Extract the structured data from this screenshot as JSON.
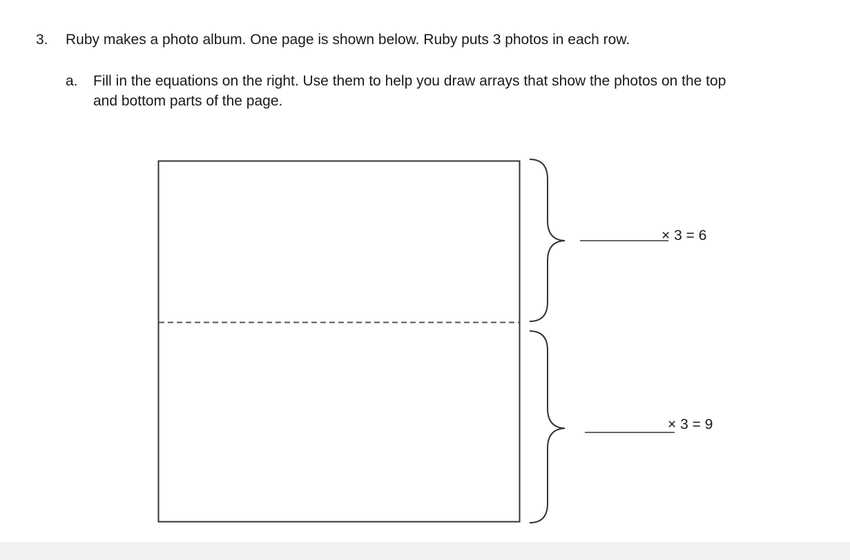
{
  "question": {
    "number": "3.",
    "text": "Ruby makes a photo album.  One page is shown below.  Ruby puts 3 photos in each row."
  },
  "part_a": {
    "label": "a.",
    "line1": "Fill in the equations on the right.  Use them to help you draw arrays that show the photos on the top",
    "line2": "and bottom parts of the page."
  },
  "equations": {
    "top": "× 3 = 6",
    "bottom": "× 3 = 9"
  }
}
